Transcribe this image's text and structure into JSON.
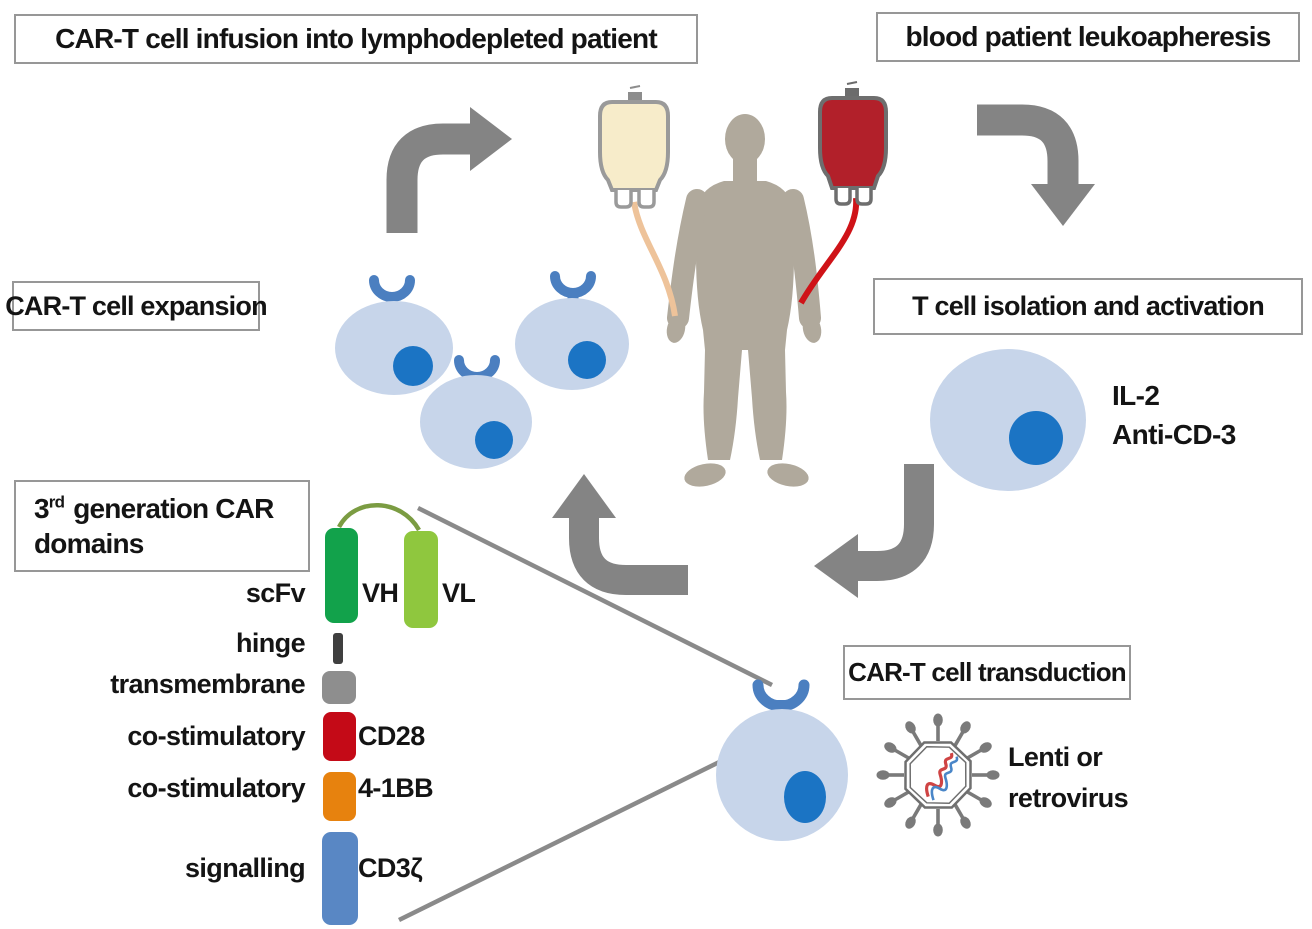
{
  "boxes": {
    "infusion": "CAR-T cell infusion into lymphodepleted patient",
    "leukoapheresis": "blood patient leukoapheresis",
    "expansion": "CAR-T cell expansion",
    "isolation": "T cell isolation and activation",
    "generation": {
      "prefix": "3",
      "sup": "rd",
      "rest": "generation CAR",
      "line2": "domains"
    },
    "transduction": "CAR-T cell transduction"
  },
  "labels": {
    "il2": "IL-2",
    "anti_cd3": "Anti-CD-3",
    "lenti_line1": "Lenti or",
    "lenti_line2": "retrovirus"
  },
  "car_domains": {
    "scfv": "scFv",
    "vh": "VH",
    "vl": "VL",
    "hinge": "hinge",
    "transmembrane": "transmembrane",
    "costim1": "co-stimulatory",
    "costim1_tag": "CD28",
    "costim2": "co-stimulatory",
    "costim2_tag": "4-1BB",
    "signalling": "signalling",
    "signalling_tag": "CD3ζ"
  },
  "icons": {
    "human_silhouette": "standing patient figure",
    "plasma_bag": "infusion bag (CAR-T product)",
    "blood_bag": "blood collection bag",
    "virus": "lenti/retrovirus particle",
    "car_t_cell": "T cell with CAR receptor",
    "t_cell": "isolated T cell",
    "flow_arrow": "process flow arrow"
  },
  "colors": {
    "arrow": "#848484",
    "leader_line": "#8a8a8a",
    "silhouette": "#b0a99c",
    "cell_body": "#c7d5ea",
    "cell_nucleus": "#1b74c4",
    "receptor": "#4b7fc0",
    "plasma_bag": "#f7ecca",
    "plasma_tube": "#eec39a",
    "blood_bag": "#b2202a",
    "blood_tube": "#cf1318",
    "vh_green": "#12a24b",
    "vl_green": "#8fc73e",
    "linker_green": "#7b9c42",
    "hinge_gray": "#3f3f3f",
    "transmembrane_gray": "#8e8e8e",
    "cd28_red": "#c40a17",
    "bb41_orange": "#e7820e",
    "cd3z_blue": "#5987c4",
    "virus_gray": "#7a7a7a",
    "virus_rna_red": "#cf4444",
    "virus_rna_blue": "#4a86c8"
  }
}
